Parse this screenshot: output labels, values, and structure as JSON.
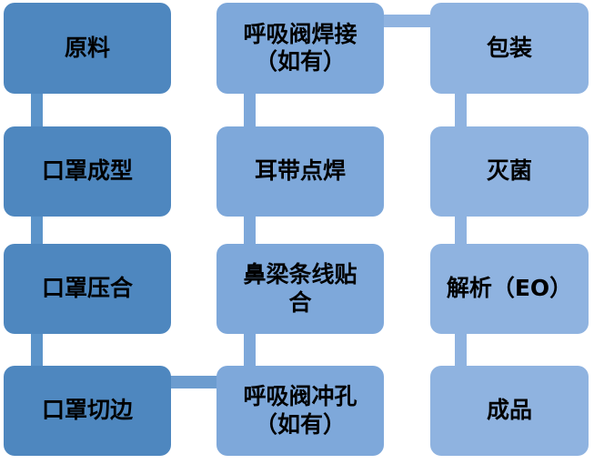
{
  "diagram": {
    "type": "flowchart",
    "title": "",
    "columns": [
      {
        "id": "col-left",
        "color": "#4E87BF",
        "nodes": [
          {
            "id": "raw-material",
            "label": "原料"
          },
          {
            "id": "mask-forming",
            "label": "口罩成型"
          },
          {
            "id": "mask-pressing",
            "label": "口罩压合"
          },
          {
            "id": "mask-trimming",
            "label": "口罩切边"
          }
        ]
      },
      {
        "id": "col-mid",
        "color": "#7EA8DA",
        "nodes": [
          {
            "id": "valve-welding",
            "label": "呼吸阀焊接\n（如有）"
          },
          {
            "id": "earloop-welding",
            "label": "耳带点焊"
          },
          {
            "id": "nosebridge-strip",
            "label": "鼻梁条线贴\n合"
          },
          {
            "id": "valve-punching",
            "label": "呼吸阀冲孔\n（如有）"
          }
        ]
      },
      {
        "id": "col-right",
        "color": "#8FB3E0",
        "nodes": [
          {
            "id": "packaging",
            "label": "包装"
          },
          {
            "id": "sterilization",
            "label": "灭菌"
          },
          {
            "id": "desorption-eo",
            "label": "解析（EO）"
          },
          {
            "id": "finished-product",
            "label": "成品"
          }
        ]
      }
    ],
    "connectors": [
      {
        "id": "conn-raw-to-forming",
        "orientation": "vertical"
      },
      {
        "id": "conn-forming-to-pressing",
        "orientation": "vertical"
      },
      {
        "id": "conn-pressing-to-trimming",
        "orientation": "vertical"
      },
      {
        "id": "conn-trimming-to-punching",
        "orientation": "horizontal"
      },
      {
        "id": "conn-punching-to-nosebridge",
        "orientation": "vertical"
      },
      {
        "id": "conn-nosebridge-to-earloop",
        "orientation": "vertical"
      },
      {
        "id": "conn-earloop-to-valve",
        "orientation": "vertical"
      },
      {
        "id": "conn-valve-to-packaging",
        "orientation": "horizontal"
      },
      {
        "id": "conn-packaging-to-steril",
        "orientation": "vertical"
      },
      {
        "id": "conn-steril-to-desorption",
        "orientation": "vertical"
      },
      {
        "id": "conn-desorption-to-finished",
        "orientation": "vertical"
      }
    ]
  }
}
